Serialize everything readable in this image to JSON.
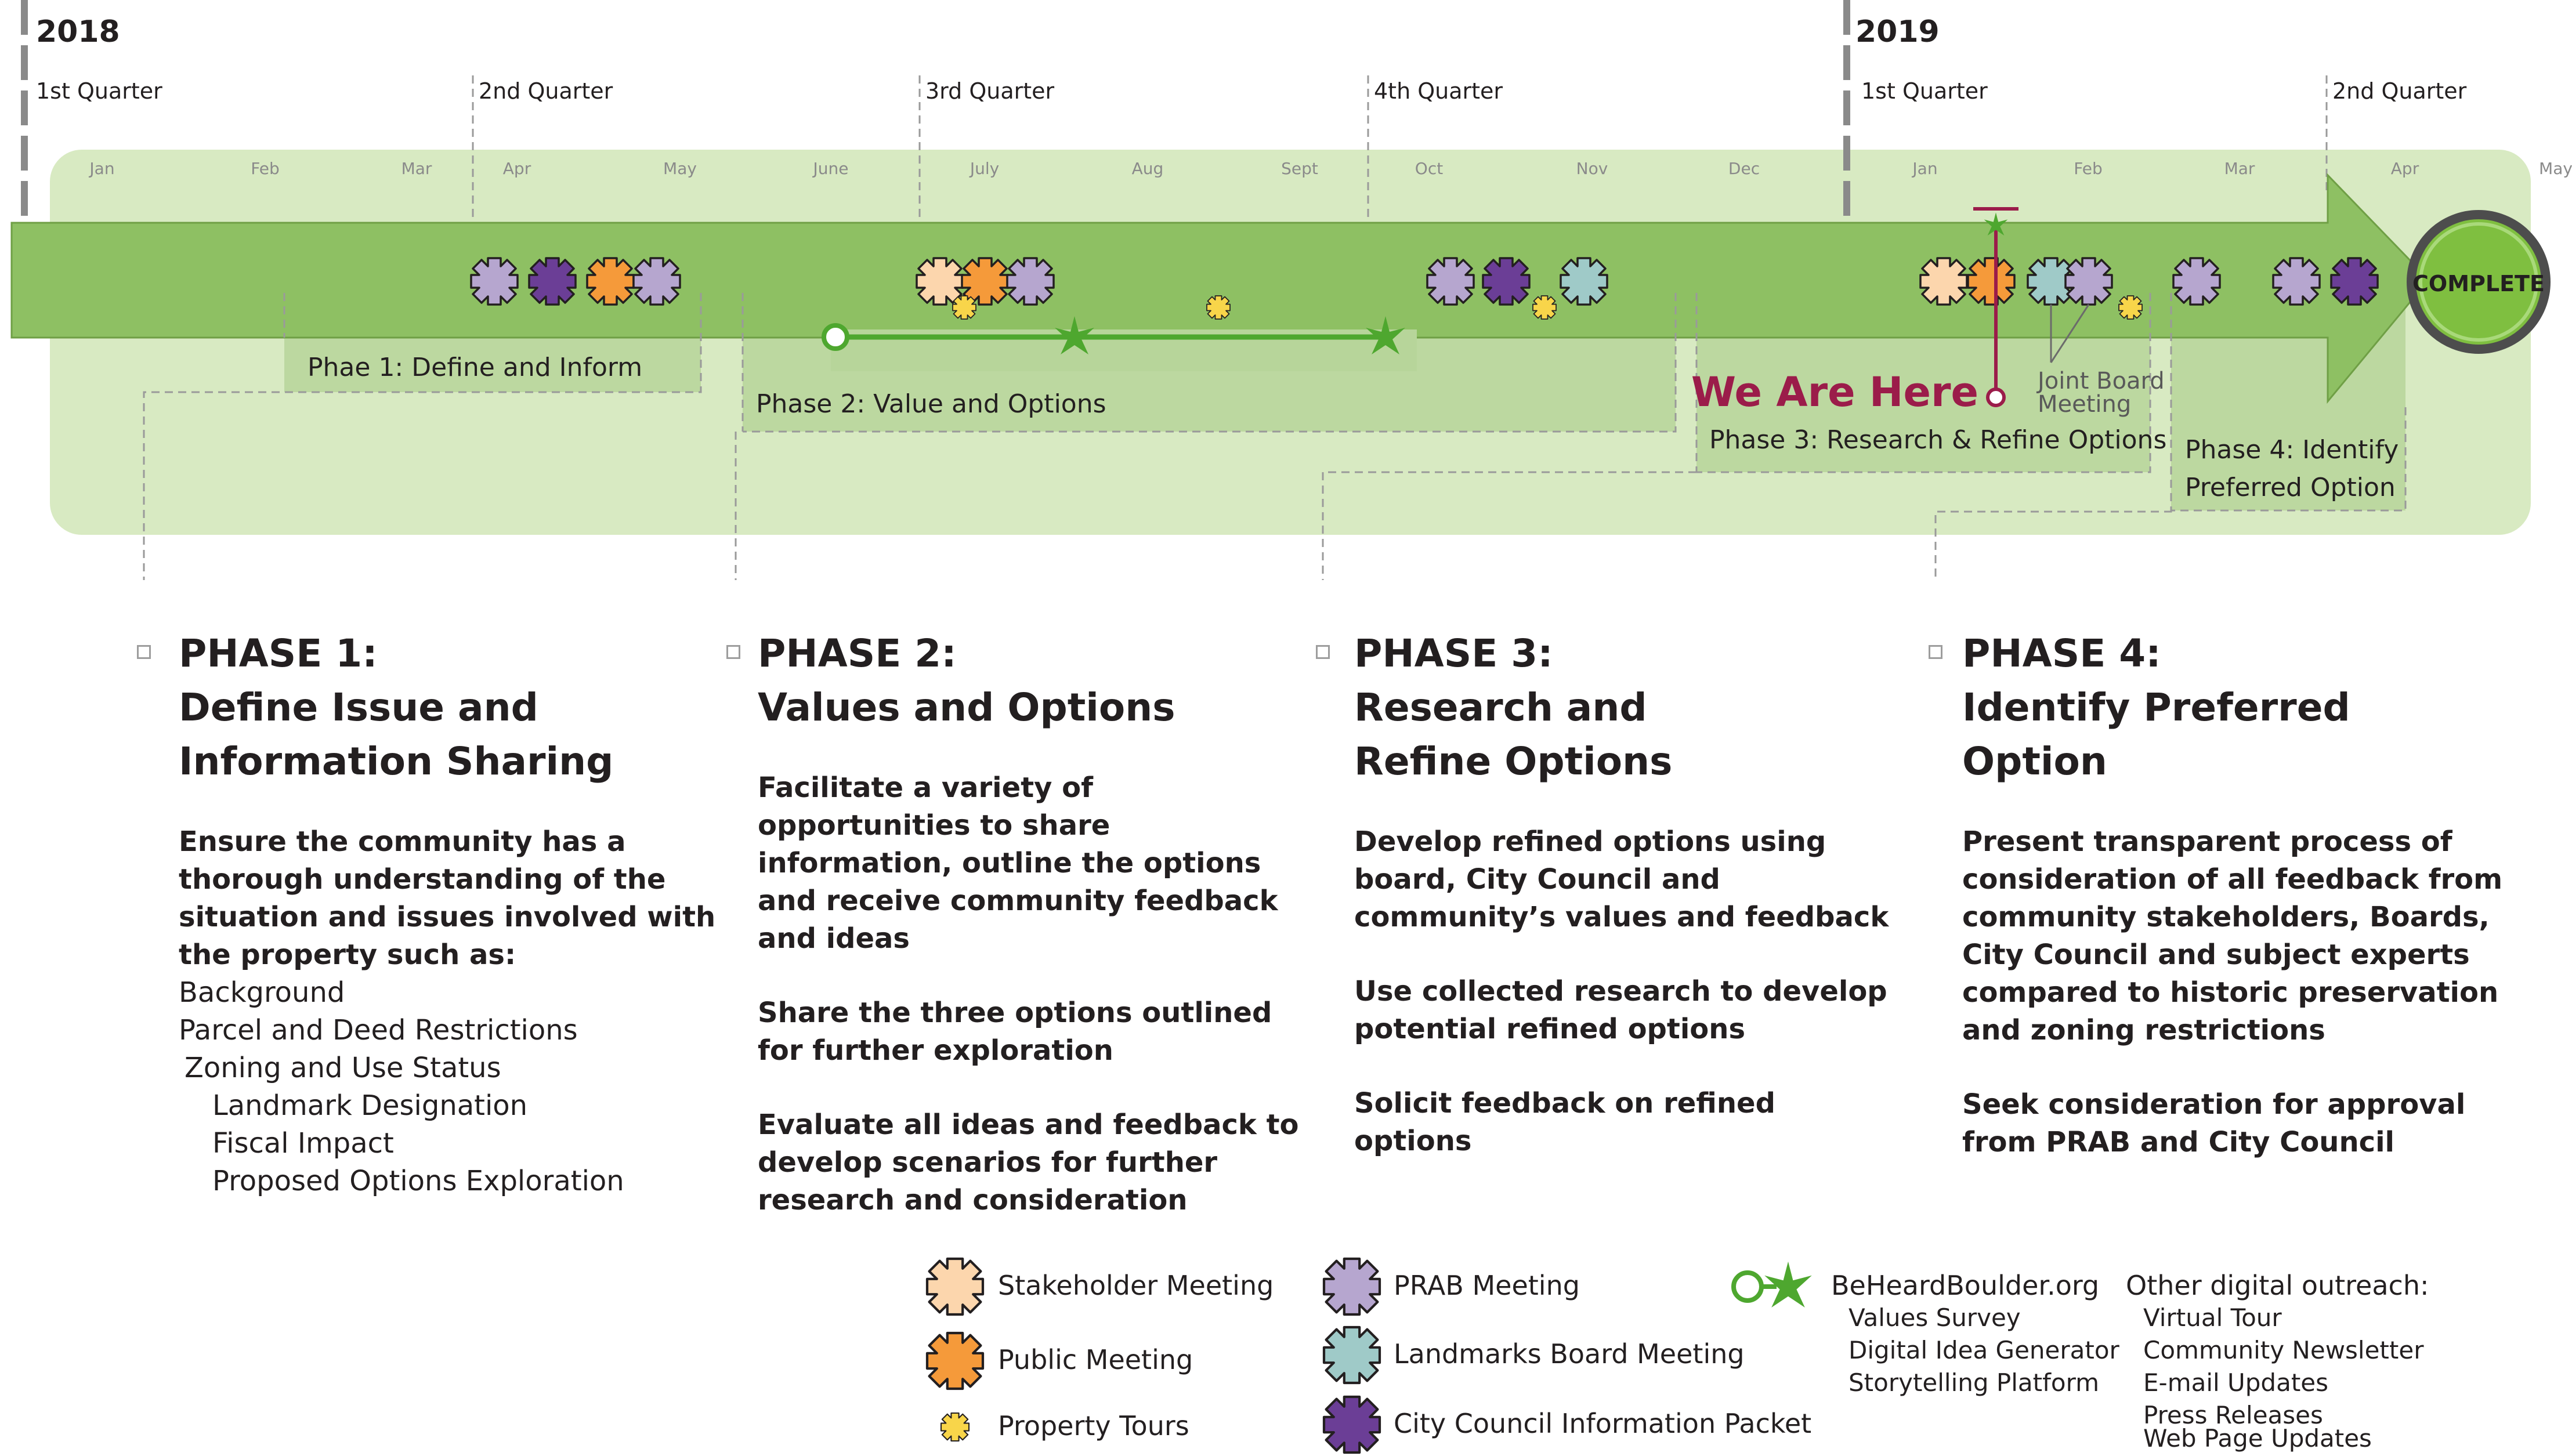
{
  "timeline": {
    "years": [
      "2018",
      "2019"
    ],
    "quarters": [
      "1st Quarter",
      "2nd Quarter",
      "3rd Quarter",
      "4th Quarter",
      "1st Quarter",
      "2nd Quarter"
    ],
    "months": [
      "Jan",
      "Feb",
      "Mar",
      "Apr",
      "May",
      "June",
      "July",
      "Aug",
      "Sept",
      "Oct",
      "Nov",
      "Dec",
      "Jan",
      "Feb",
      "Mar",
      "Apr",
      "May"
    ],
    "phase_labels": [
      "Phae 1: Define and Inform",
      "Phase 2: Value and Options",
      "Phase 3: Research & Refine Options",
      "Phase 4: Identify",
      "Preferred Option"
    ],
    "we_are_here": "We Are Here",
    "joint_board": [
      "Joint Board",
      "Meeting"
    ],
    "complete": "COMPLETE"
  },
  "phases": [
    {
      "title": [
        "PHASE 1:",
        "Define Issue and",
        "Information Sharing"
      ],
      "paragraphs": [
        [
          "Ensure the community has a",
          "thorough understanding of the",
          "situation and issues involved with",
          "the property such as:"
        ]
      ],
      "items": [
        "Background",
        "Parcel and Deed Restrictions",
        "Zoning and Use Status",
        "Landmark Designation",
        "Fiscal Impact",
        "Proposed Options Exploration"
      ]
    },
    {
      "title": [
        "PHASE 2:",
        "Values and Options"
      ],
      "paragraphs": [
        [
          "Facilitate a variety of",
          "opportunities to share",
          "information, outline the options",
          "and receive community feedback",
          "and ideas"
        ],
        [
          "Share the three options outlined",
          "for further exploration"
        ],
        [
          "Evaluate all ideas and feedback to",
          "develop scenarios for further",
          "research and consideration"
        ]
      ]
    },
    {
      "title": [
        "PHASE 3:",
        "Research and",
        "Refine Options"
      ],
      "paragraphs": [
        [
          "Develop refined options using",
          "board, City Council and",
          "community’s values and feedback"
        ],
        [
          "Use collected research to develop",
          "potential refined options"
        ],
        [
          "Solicit feedback on refined",
          "options"
        ]
      ]
    },
    {
      "title": [
        "PHASE 4:",
        "Identify Preferred",
        "Option"
      ],
      "paragraphs": [
        [
          "Present transparent process of",
          "consideration of all feedback from",
          "community stakeholders, Boards,",
          "City Council and subject experts",
          "compared to historic preservation",
          "and zoning restrictions"
        ],
        [
          "Seek consideration for approval",
          "from PRAB and City Council"
        ]
      ]
    }
  ],
  "legend": {
    "stakeholder": "Stakeholder Meeting",
    "public": "Public Meeting",
    "tours": "Property Tours",
    "prab": "PRAB Meeting",
    "landmarks": "Landmarks Board Meeting",
    "council": "City Council Information Packet",
    "beheard": "BeHeardBoulder.org",
    "beheard_items": [
      "Values Survey",
      "Digital Idea Generator",
      "Storytelling Platform"
    ],
    "other_title": "Other digital outreach:",
    "other_items": [
      "Virtual Tour",
      "Community Newsletter",
      "E-mail Updates",
      "Press Releases",
      "Web Page Updates"
    ]
  },
  "colors": {
    "panel": "#d8eac2",
    "arrow": "#8ec063",
    "arrow_edge": "#6f9f45",
    "band": "#b7d59a",
    "stakeholder": "#fcd6ad",
    "public": "#f59a3a",
    "tours": "#f8d54a",
    "prab": "#b6a6cf",
    "landmarks": "#9fcac8",
    "council": "#6b3e96",
    "beheard": "#4ea72f",
    "we_are_here": "#9b1c4a",
    "complete_fill": "#7fbf40",
    "complete_ring": "#4d4d4d",
    "text": "#231f20"
  }
}
